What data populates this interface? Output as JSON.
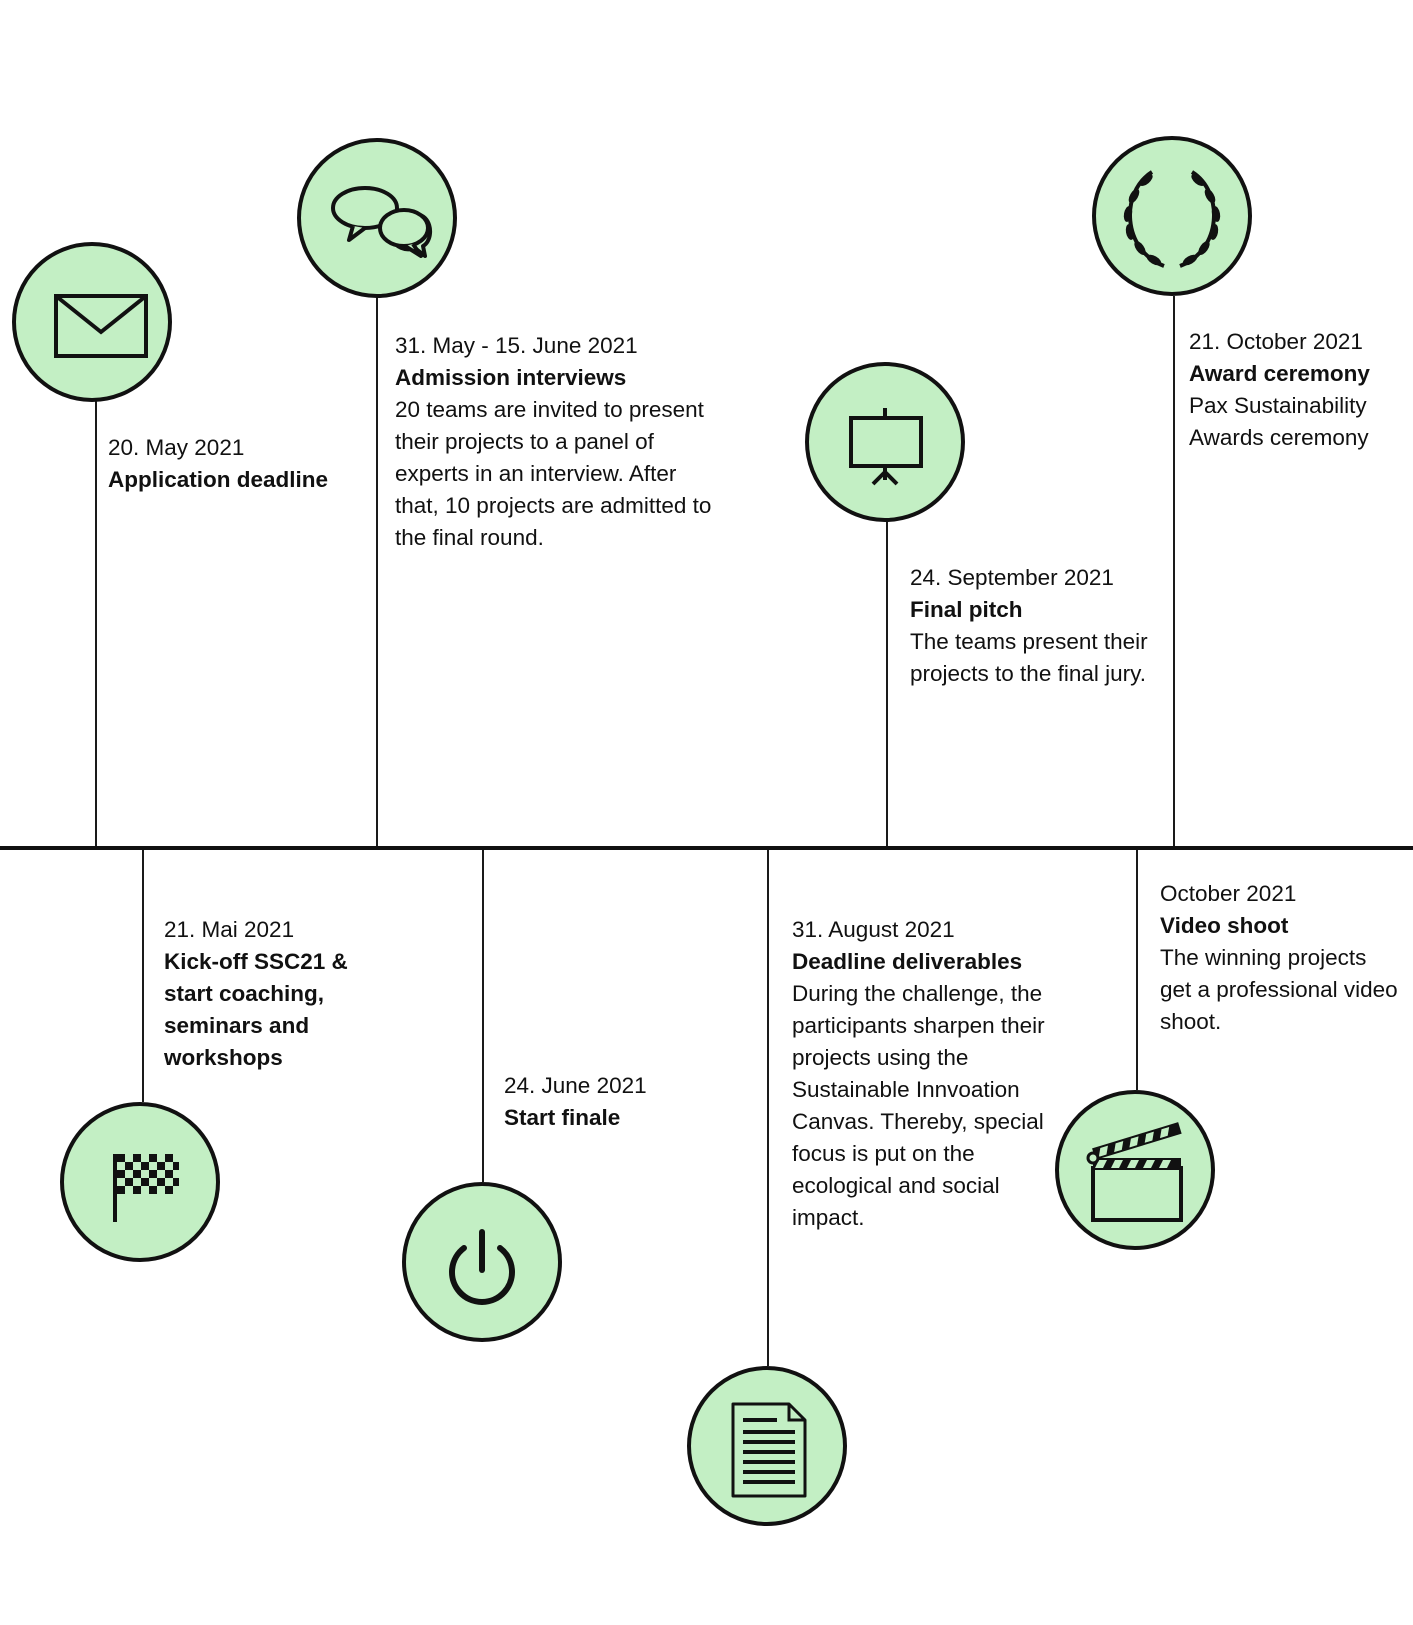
{
  "timeline": {
    "above": [
      {
        "id": "application",
        "date": "20. May 2021",
        "title": "Application deadline",
        "description": "",
        "icon": "envelope-icon"
      },
      {
        "id": "interviews",
        "date": "31. May - 15. June 2021",
        "title": "Admission interviews",
        "description": "20 teams are invited to present their projects to a panel of experts in an interview. After that, 10 projects are admitted to the final round.",
        "icon": "speech-bubbles-icon"
      },
      {
        "id": "final-pitch",
        "date": "24. September 2021",
        "title": "Final pitch",
        "description": "The teams present their projects to the final jury.",
        "icon": "presentation-board-icon"
      },
      {
        "id": "award",
        "date": "21. October 2021",
        "title": "Award ceremony",
        "description": "Pax Sustainability Awards ceremony",
        "icon": "laurel-wreath-icon"
      }
    ],
    "below": [
      {
        "id": "kickoff",
        "date": "21. Mai 2021",
        "title": "Kick-off SSC21  & start coaching, seminars and workshops",
        "description": "",
        "icon": "checkered-flag-icon"
      },
      {
        "id": "start-finale",
        "date": "24. June 2021",
        "title": "Start finale",
        "description": "",
        "icon": "power-icon"
      },
      {
        "id": "deliverables",
        "date": "31. August 2021",
        "title": "Deadline deliverables",
        "description": "During the challenge, the participants sharpen their projects using the Sustainable Innvoation Canvas. Thereby, special focus is put on the ecological and social impact.",
        "icon": "document-icon"
      },
      {
        "id": "video",
        "date": "October 2021",
        "title": "Video shoot",
        "description": "The winning projects get a professional video shoot.",
        "icon": "clapperboard-icon"
      }
    ]
  },
  "colors": {
    "circle_fill": "#c3efc4",
    "line": "#111111"
  }
}
